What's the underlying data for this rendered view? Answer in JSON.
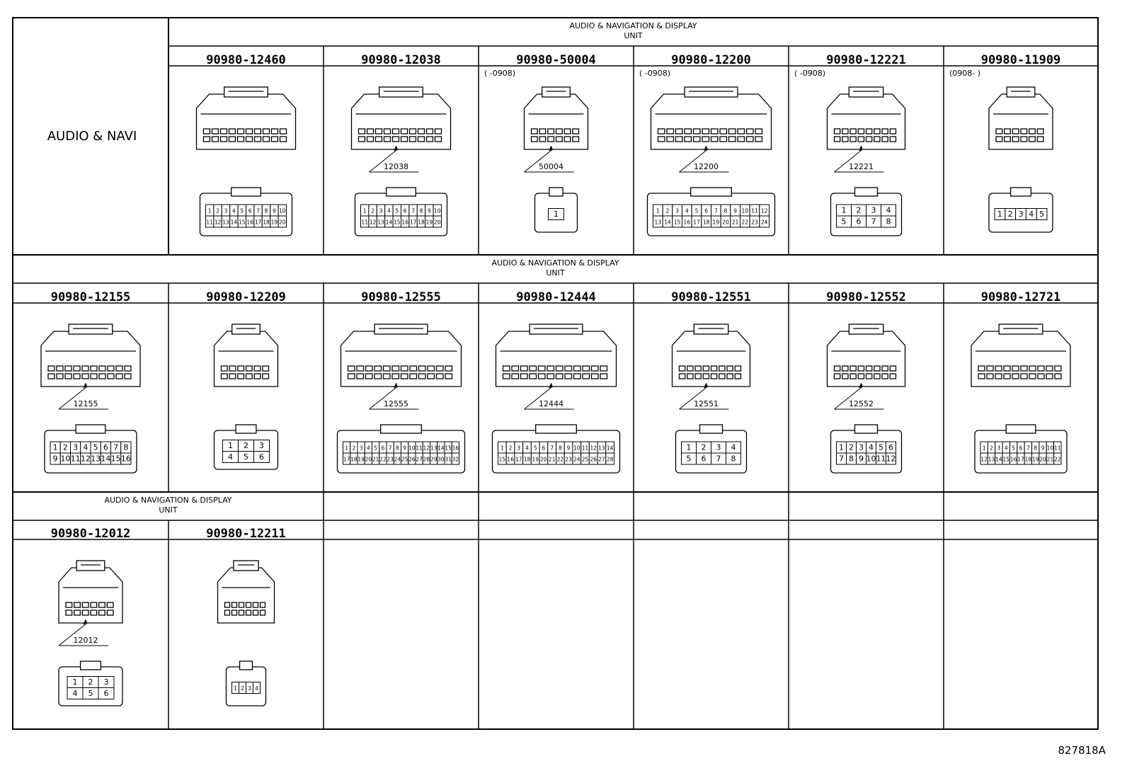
{
  "row_label": "AUDIO & NAVI",
  "group_headers": [
    {
      "line1": "AUDIO & NAVIGATION & DISPLAY",
      "line2": "UNIT"
    },
    {
      "line1": "AUDIO & NAVIGATION & DISPLAY",
      "line2": "UNIT"
    },
    {
      "line1": "AUDIO & NAVIGATION & DISPLAY",
      "line2": "UNIT"
    }
  ],
  "connectors": [
    {
      "part": "90980-12460",
      "date": "",
      "callout": "",
      "pins": 20
    },
    {
      "part": "90980-12038",
      "date": "",
      "callout": "12038",
      "pins": 20
    },
    {
      "part": "90980-50004",
      "date": "(     -0908)",
      "callout": "50004",
      "pins": 1
    },
    {
      "part": "90980-12200",
      "date": "(     -0908)",
      "callout": "12200",
      "pins": 24
    },
    {
      "part": "90980-12221",
      "date": "(     -0908)",
      "callout": "12221",
      "pins": 8
    },
    {
      "part": "90980-11909",
      "date": "(0908-     )",
      "callout": "",
      "pins": 5
    },
    {
      "part": "90980-12155",
      "date": "",
      "callout": "12155",
      "pins": 16
    },
    {
      "part": "90980-12209",
      "date": "",
      "callout": "",
      "pins": 6
    },
    {
      "part": "90980-12555",
      "date": "",
      "callout": "12555",
      "pins": 32
    },
    {
      "part": "90980-12444",
      "date": "",
      "callout": "12444",
      "pins": 28
    },
    {
      "part": "90980-12551",
      "date": "",
      "callout": "12551",
      "pins": 8
    },
    {
      "part": "90980-12552",
      "date": "",
      "callout": "12552",
      "pins": 12
    },
    {
      "part": "90980-12721",
      "date": "",
      "callout": "",
      "pins": 22
    },
    {
      "part": "90980-12012",
      "date": "",
      "callout": "12012",
      "pins": 6
    },
    {
      "part": "90980-12211",
      "date": "",
      "callout": "",
      "pins": 4
    }
  ],
  "figure_id": "827818A"
}
